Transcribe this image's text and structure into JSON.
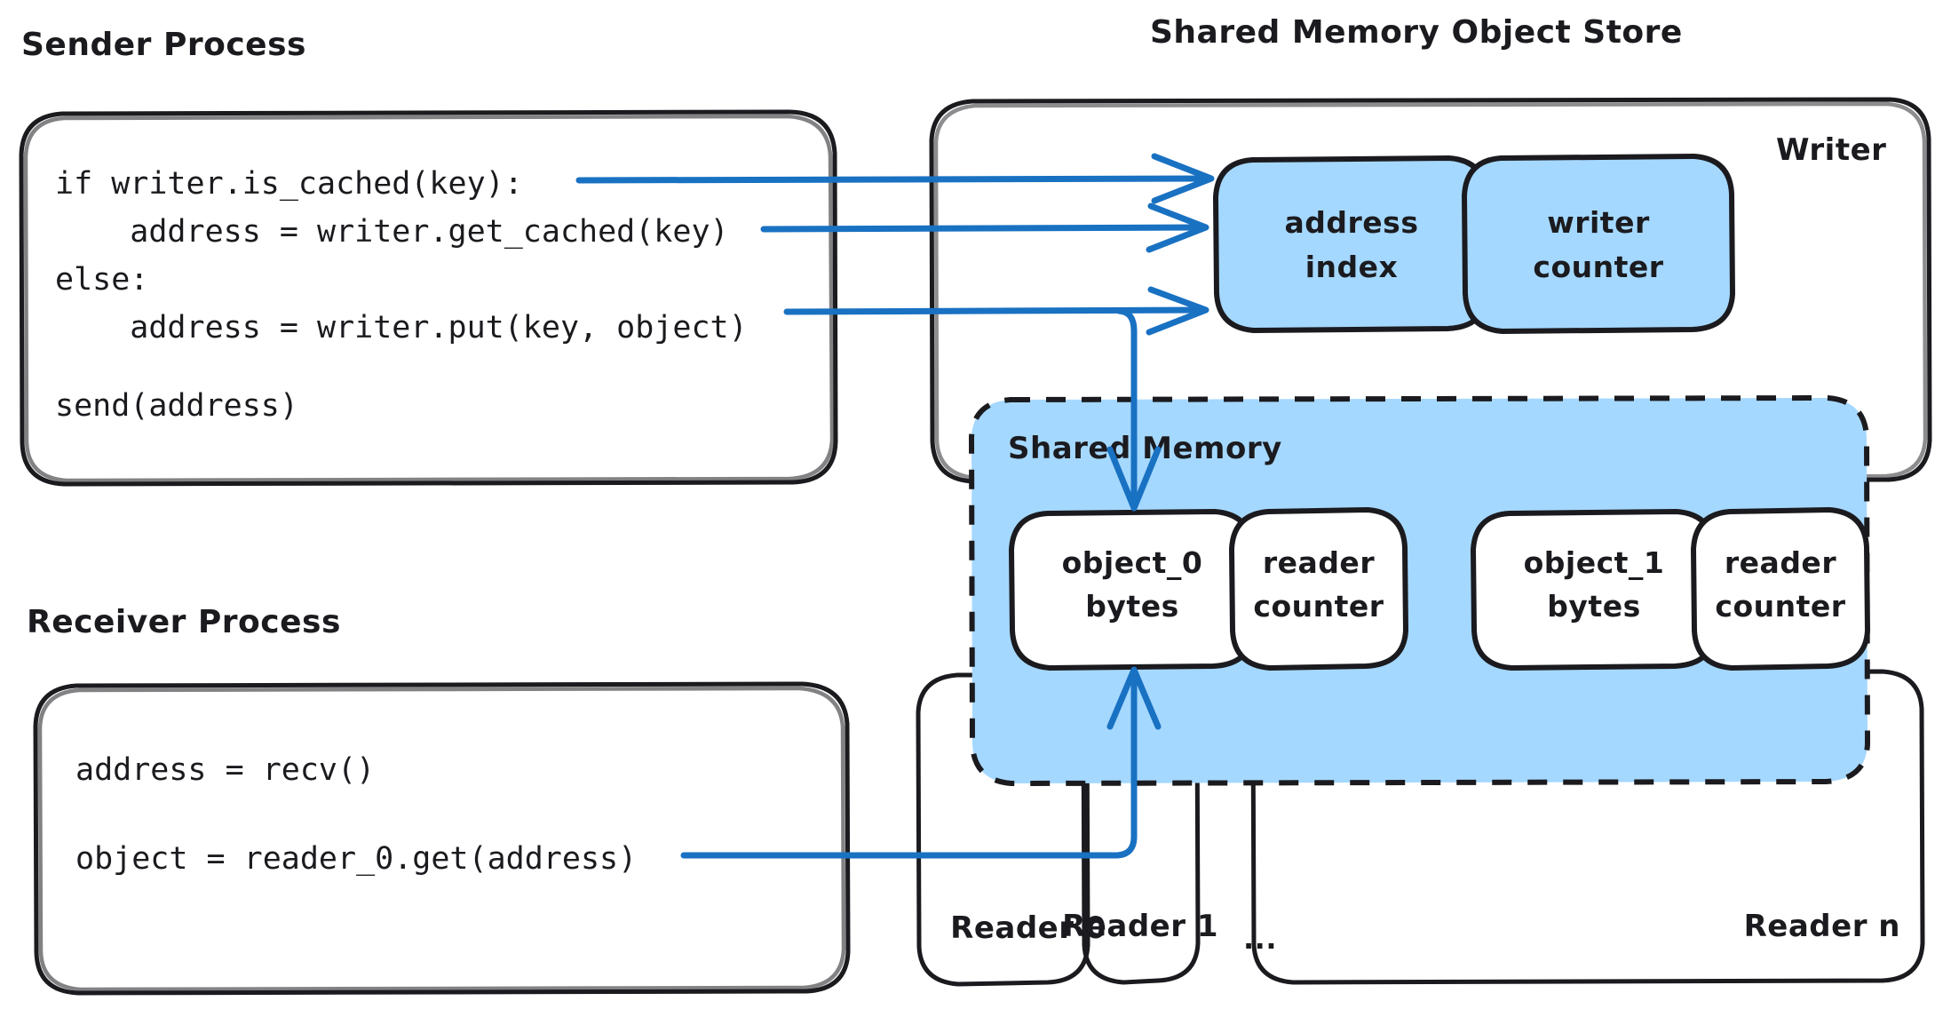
{
  "diagram": {
    "title_left": "Sender Process",
    "title_right": "Shared Memory Object Store",
    "title_receiver": "Receiver Process"
  },
  "colors": {
    "accent_blue": "#1971c2",
    "fill_light_blue": "#a5d8ff",
    "stroke_dark": "#1b1b1f",
    "background": "#ffffff"
  },
  "sender": {
    "label": "Sender Process",
    "code_lines": [
      "if writer.is_cached(key):",
      "    address = writer.get_cached(key)",
      "else:",
      "    address = writer.put(key, object)",
      "",
      "send(address)"
    ]
  },
  "receiver": {
    "label": "Receiver Process",
    "code_lines": [
      "address = recv()",
      "",
      "object = reader_0.get(address)"
    ]
  },
  "store": {
    "label": "Shared Memory Object Store",
    "writer": {
      "label": "Writer",
      "cells": [
        {
          "lines": [
            "address",
            "index"
          ]
        },
        {
          "lines": [
            "writer",
            "counter"
          ]
        }
      ]
    },
    "shared_memory": {
      "label": "Shared Memory",
      "slots": [
        {
          "object": {
            "lines": [
              "object_0",
              "bytes"
            ]
          },
          "counter": {
            "lines": [
              "reader",
              "counter"
            ]
          }
        },
        {
          "object": {
            "lines": [
              "object_1",
              "bytes"
            ]
          },
          "counter": {
            "lines": [
              "reader",
              "counter"
            ]
          }
        }
      ]
    },
    "readers": [
      {
        "label": "Reader 0"
      },
      {
        "label": "Reader 1"
      },
      {
        "label": "..."
      },
      {
        "label": "Reader n"
      }
    ]
  }
}
